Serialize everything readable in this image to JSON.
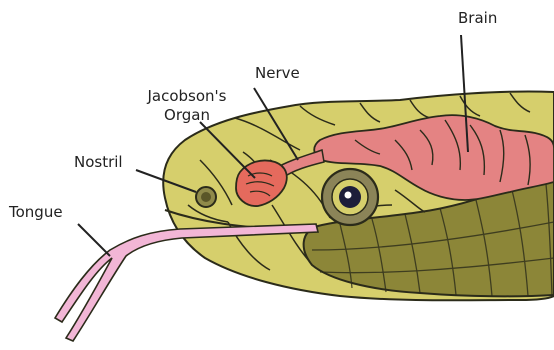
{
  "labels": {
    "brain": "Brain",
    "nerve": "Nerve",
    "jacobsons_organ_line1": "Jacobson's",
    "jacobsons_organ_line2": "Organ",
    "nostril": "Nostril",
    "tongue": "Tongue"
  },
  "colors": {
    "background": "#ffffff",
    "head_scales": "#d6cf6c",
    "head_shade": "#b9b150",
    "belly_dark": "#7f7a2e",
    "scale_lines": "#2b2b1a",
    "brain_pink": "#e48383",
    "organ_red": "#e56a5d",
    "tongue_pink": "#f2b6d6",
    "eye_ring": "#8b8458",
    "eye_pupil": "#1d1e3a",
    "leader_line": "#222222"
  }
}
